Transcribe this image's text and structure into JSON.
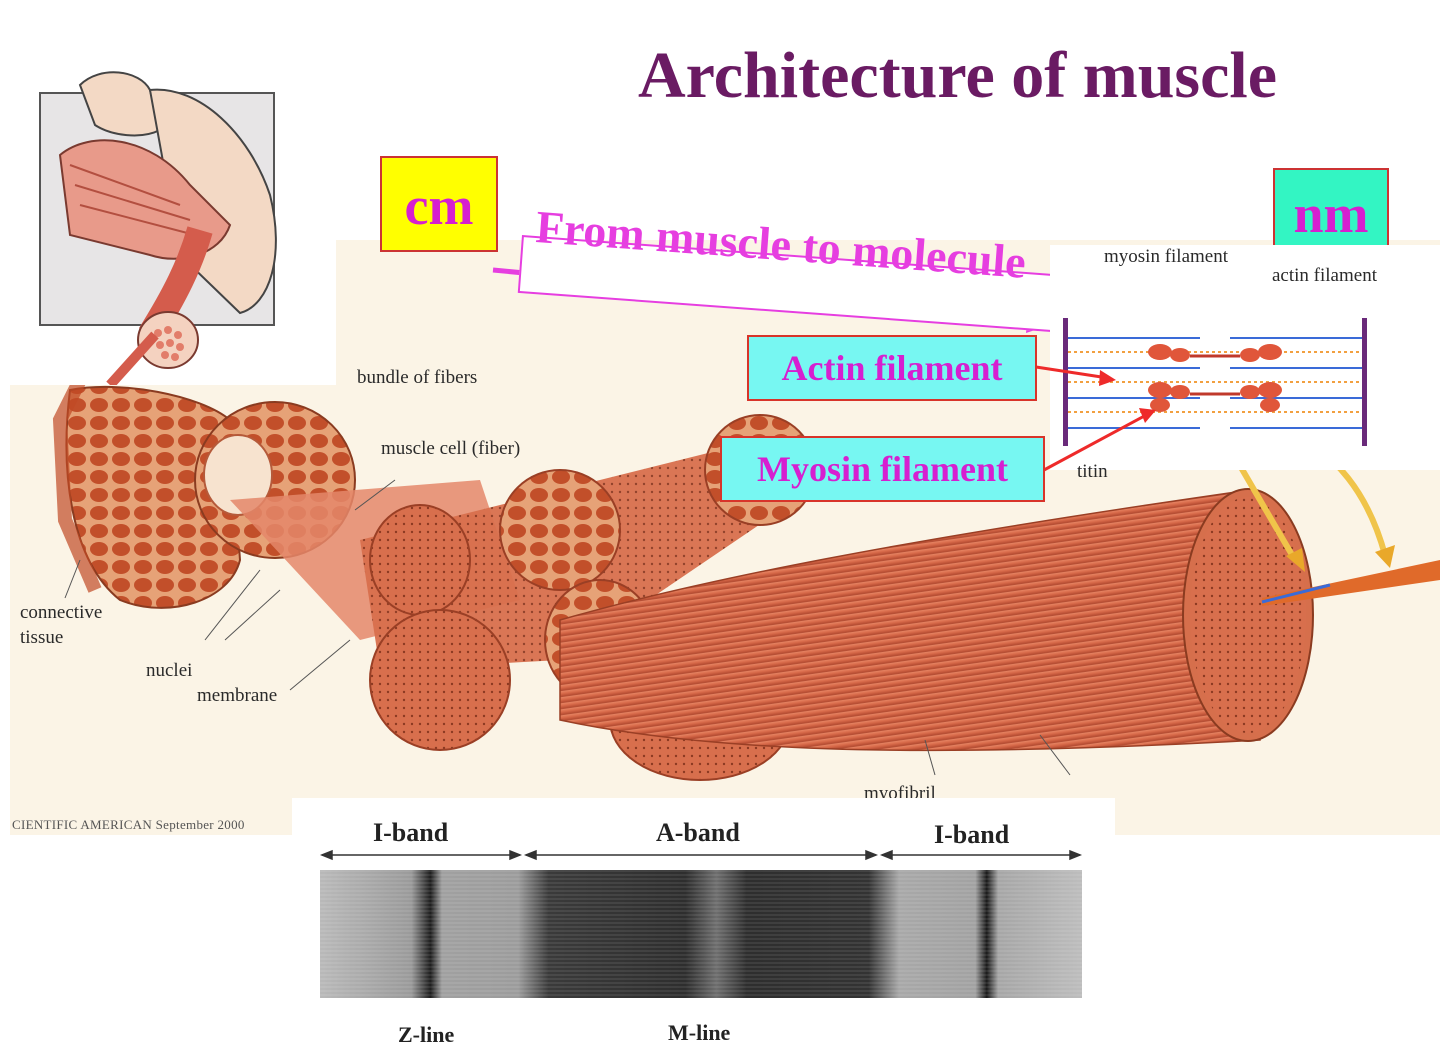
{
  "title": "Architecture of muscle",
  "scale": {
    "left": "cm",
    "right": "nm"
  },
  "banner": "From muscle to molecule",
  "callouts": {
    "actin": "Actin filament",
    "myosin": "Myosin filament"
  },
  "labels": {
    "bundle": "bundle of fibers",
    "cell": "muscle cell (fiber)",
    "connective_1": "connective",
    "connective_2": "tissue",
    "nuclei": "nuclei",
    "membrane": "membrane",
    "myofibril": "myofibril",
    "myosin_filament": "myosin filament",
    "actin_filament": "actin filament",
    "titin": "titin",
    "credit": "CIENTIFIC AMERICAN   September 2000"
  },
  "bands": {
    "left": "I-band",
    "middle": "A-band",
    "right": "I-band"
  },
  "lines": {
    "z": "Z-line",
    "m": "M-line"
  },
  "colors": {
    "title": "#6a1b63",
    "magenta": "#d61fd0",
    "cm_box": "#ffff00",
    "nm_box": "#33f5c3",
    "callout": "#77f7f2",
    "muscle": "#d9704e"
  }
}
